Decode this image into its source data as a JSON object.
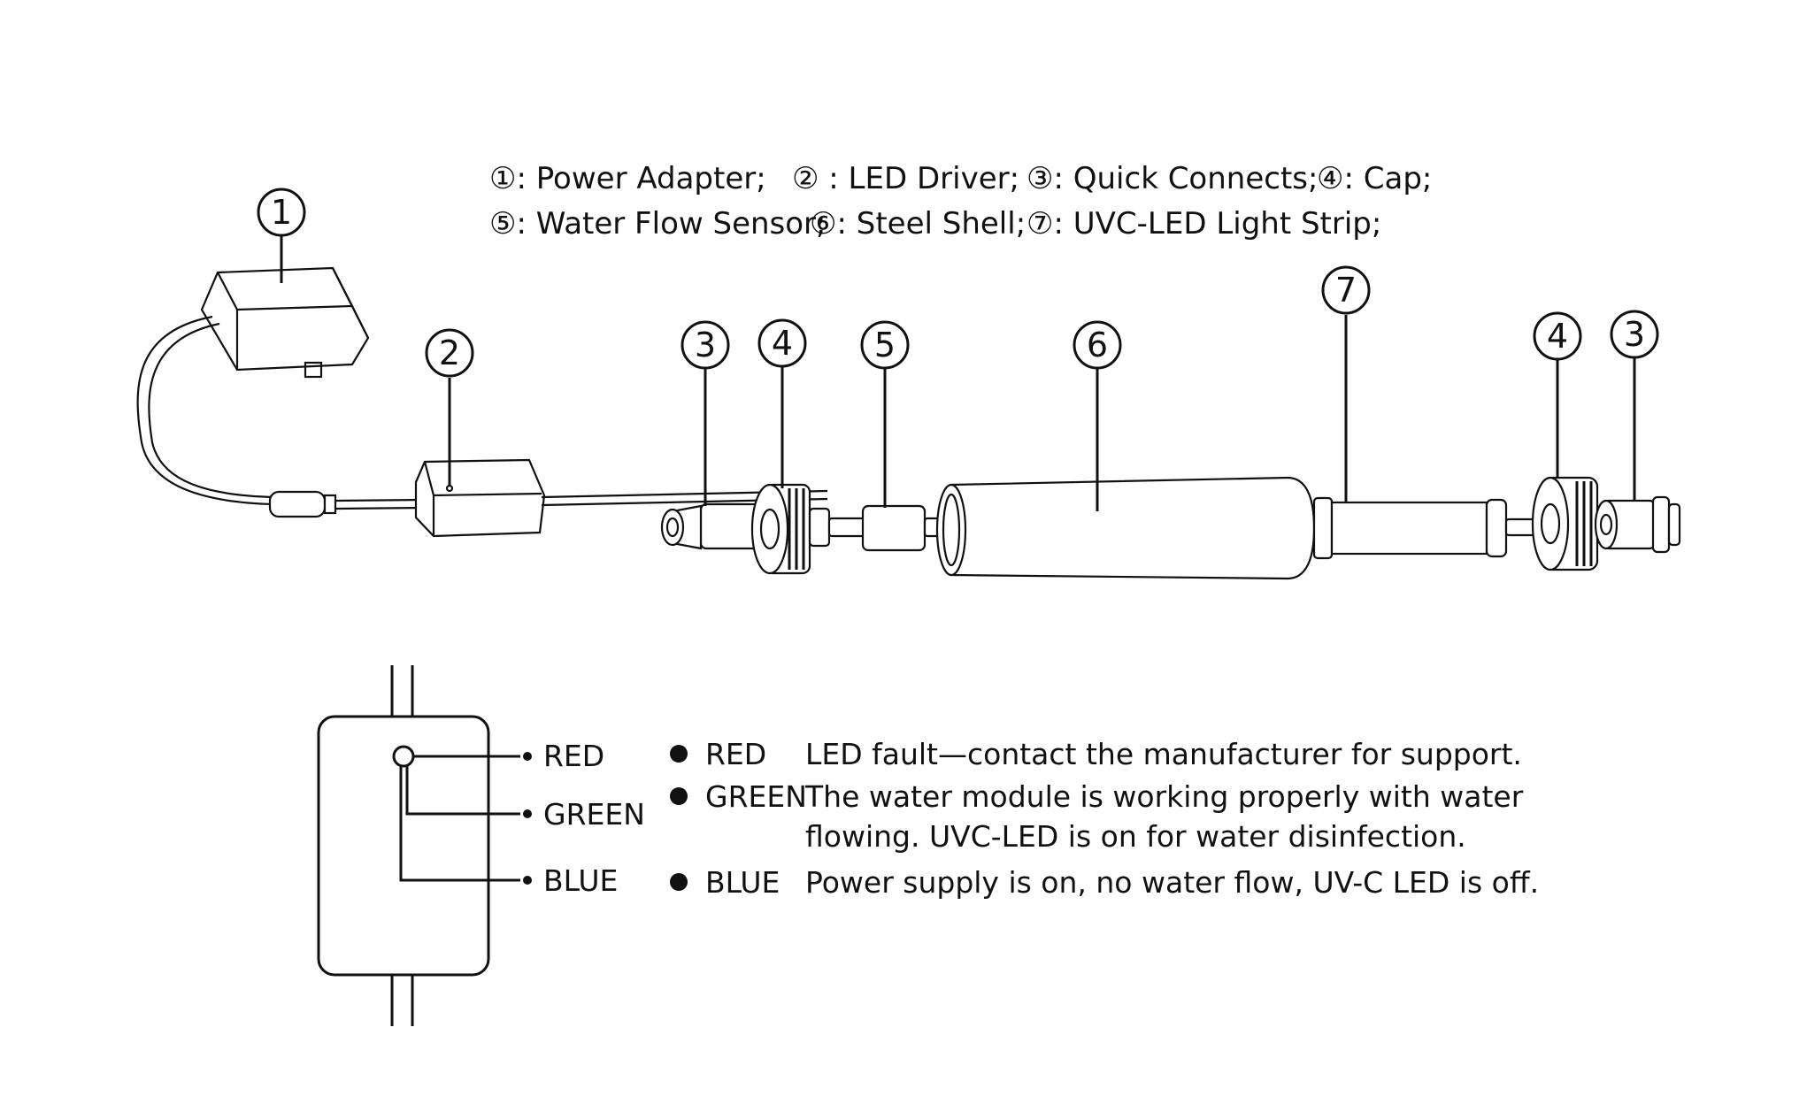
{
  "legend": {
    "row1": [
      {
        "num": "①",
        "label": ": Power Adapter;"
      },
      {
        "num": "②",
        "label": " : LED Driver;"
      },
      {
        "num": "③",
        "label": ": Quick Connects;"
      },
      {
        "num": "④",
        "label": ": Cap;"
      }
    ],
    "row2": [
      {
        "num": "⑤",
        "label": ": Water Flow Sensor;"
      },
      {
        "num": "⑥",
        "label": ": Steel Shell;"
      },
      {
        "num": "⑦",
        "label": ": UVC-LED Light Strip;"
      }
    ]
  },
  "callouts": [
    "1",
    "2",
    "3",
    "4",
    "5",
    "6",
    "7",
    "4",
    "3"
  ],
  "indicator": {
    "labels": [
      "RED",
      "GREEN",
      "BLUE"
    ]
  },
  "status": [
    {
      "color": "RED",
      "lines": [
        "LED fault—contact the manufacturer for support."
      ]
    },
    {
      "color": "GREEN",
      "lines": [
        "The water module is working properly with water",
        "flowing. UVC-LED is on for water disinfection."
      ]
    },
    {
      "color": "BLUE",
      "lines": [
        "Power supply is on, no water flow, UV-C LED is off."
      ]
    }
  ]
}
